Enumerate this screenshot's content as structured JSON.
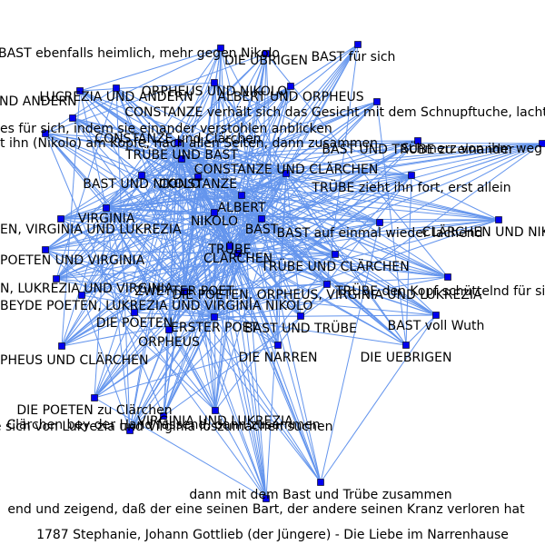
{
  "graph": {
    "caption": "1787 Stephanie, Johann Gottlieb (der Jüngere) - Die Liebe im Narrenhause",
    "node_color": "#0000ee",
    "edge_color": "#6495ed",
    "nodes": [
      {
        "id": "n0",
        "label": "BAST ebenfalls heimlich, mehr gegen Nikolo"
      },
      {
        "id": "n1",
        "label": "DIE ÜBRIGEN"
      },
      {
        "id": "n2",
        "label": "BAST für sich"
      },
      {
        "id": "n3",
        "label": "LUCREZIA UND ANDERN"
      },
      {
        "id": "n4",
        "label": "ORPHEUS UND NIKOLO"
      },
      {
        "id": "n5",
        "label": "ALBERT UND ORPHEUS"
      },
      {
        "id": "n6",
        "label": "CONSTANZE verhält sich das Gesicht mit dem Schnupftuche, lacht"
      },
      {
        "id": "n7",
        "label": "es für sich, indem sie einander verstohlen anblicken"
      },
      {
        "id": "n8",
        "label": "t ihn (Nikolo) am Kopfe, nach allen Seiten, dann zusammen"
      },
      {
        "id": "n9",
        "label": "CONSTANZE und Clärchen"
      },
      {
        "id": "n10",
        "label": "TRÜBE UND BAST"
      },
      {
        "id": "n11",
        "label": "BAST UND TRÜBE zu einander"
      },
      {
        "id": "n12",
        "label": "Schmerz von ihm weg"
      },
      {
        "id": "n13",
        "label": "CONSTANZE UND CLÄRCHEN"
      },
      {
        "id": "n14",
        "label": "BAST UND NIKOLO"
      },
      {
        "id": "n15",
        "label": "CONSTANZE"
      },
      {
        "id": "n16",
        "label": "TRÜBE zieht ihn fort, erst allein"
      },
      {
        "id": "n17",
        "label": "ALBERT"
      },
      {
        "id": "n18",
        "label": "VIRGINIA"
      },
      {
        "id": "n19",
        "label": "NIKOLO"
      },
      {
        "id": "n20",
        "label": "BAST"
      },
      {
        "id": "n21",
        "label": "EN, VIRGINIA UND LUKREZIA"
      },
      {
        "id": "n22",
        "label": "BAST auf einmal wieder lachend"
      },
      {
        "id": "n23",
        "label": "CLÄRCHEN UND NIKOLO"
      },
      {
        "id": "n24",
        "label": "TRÜBE"
      },
      {
        "id": "n25",
        "label": "POETEN UND VIRGINIA"
      },
      {
        "id": "n26",
        "label": "CLÄRCHEN"
      },
      {
        "id": "n27",
        "label": "TRÜBE UND CLÄRCHEN"
      },
      {
        "id": "n28",
        "label": "N, LUKREZIA UND VIRGINIA"
      },
      {
        "id": "n29",
        "label": "DIE POETEN, ORPHEUS, VIRGINIA UND LUKREZIA"
      },
      {
        "id": "n30",
        "label": "TRÜBE den Kopf schüttelnd für sich"
      },
      {
        "id": "n31",
        "label": "BEYDE POETEN, LUKREZIA UND VIRGINIA NIKOLO"
      },
      {
        "id": "n32",
        "label": "DIE POETEN"
      },
      {
        "id": "n33",
        "label": "ZWEYTER POET"
      },
      {
        "id": "n34",
        "label": "ERSTER POET"
      },
      {
        "id": "n35",
        "label": "BAST UND TRÜBE"
      },
      {
        "id": "n36",
        "label": "BAST voll Wuth"
      },
      {
        "id": "n37",
        "label": "ORPHEUS"
      },
      {
        "id": "n38",
        "label": "DIE NARREN"
      },
      {
        "id": "n39",
        "label": "DIE UEBRIGEN"
      },
      {
        "id": "n40",
        "label": "PHEUS UND CLÄRCHEN"
      },
      {
        "id": "n41",
        "label": "DIE POETEN zu Clärchen"
      },
      {
        "id": "n42",
        "label": "VIRGINIA UND LUKREZIA"
      },
      {
        "id": "n43",
        "label": "Clärchen bey der Hand fassend, dann zusammen"
      },
      {
        "id": "n44",
        "label": "POETEN die sich von Lukrezia und Virginia loszumachen suchen"
      },
      {
        "id": "n45",
        "label": "dann mit dem Bast und Trübe zusammen"
      },
      {
        "id": "n46",
        "label": "end und zeigend, daß der eine seinen Bart, der andere seinen Kranz verloren hat"
      },
      {
        "id": "n47",
        "label": "LUCREZIA UND ANDERN"
      }
    ]
  }
}
